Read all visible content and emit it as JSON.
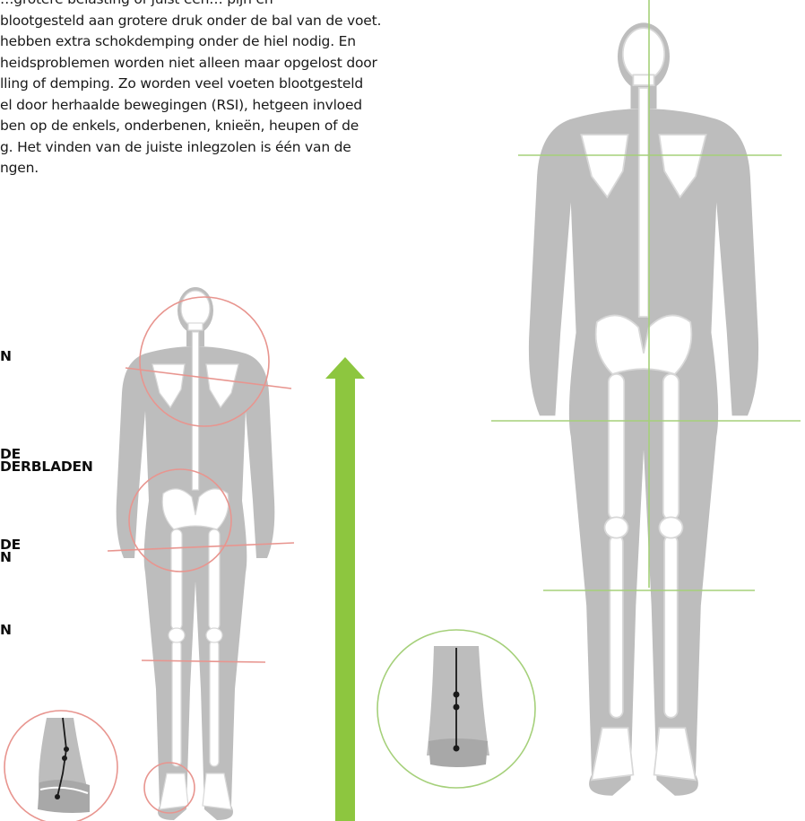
{
  "paragraph": {
    "lines": [
      "…grotere belasting of juist een… pijn en",
      "blootgesteld aan grotere druk onder de bal van de voet.",
      "hebben extra schokdemping onder de hiel nodig. En",
      "heidsproblemen worden niet alleen maar opgelost door",
      "lling of demping. Zo worden veel voeten blootgesteld",
      "el door herhaalde bewegingen (RSI), hetgeen invloed",
      "ben op de enkels, onderbenen, knieën, heupen of de",
      "g. Het vinden van de juiste inlegzolen is één van de",
      "ngen."
    ]
  },
  "labels": [
    {
      "lines": [
        "N"
      ]
    },
    {
      "lines": [
        "DE",
        "DERBLADEN"
      ]
    },
    {
      "lines": [
        "DE",
        "N"
      ]
    },
    {
      "lines": [
        "N"
      ]
    }
  ],
  "colors": {
    "body": "#bdbdbd",
    "bone": "#ffffff",
    "misaligned": "#e8958f",
    "aligned": "#a5d07a",
    "arrow": "#8dc63f"
  }
}
